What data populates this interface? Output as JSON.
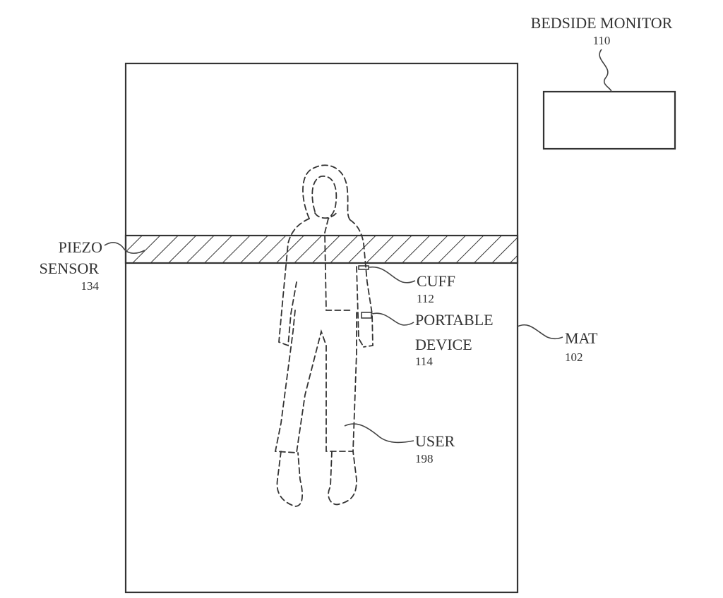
{
  "components": {
    "bedside_monitor": {
      "label": "BEDSIDE MONITOR",
      "ref": "110"
    },
    "piezo_sensor": {
      "label_line1": "PIEZO",
      "label_line2": "SENSOR",
      "ref": "134"
    },
    "cuff": {
      "label": "CUFF",
      "ref": "112"
    },
    "portable_device": {
      "label_line1": "PORTABLE",
      "label_line2": "DEVICE",
      "ref": "114"
    },
    "mat": {
      "label": "MAT",
      "ref": "102"
    },
    "user": {
      "label": "USER",
      "ref": "198"
    }
  }
}
